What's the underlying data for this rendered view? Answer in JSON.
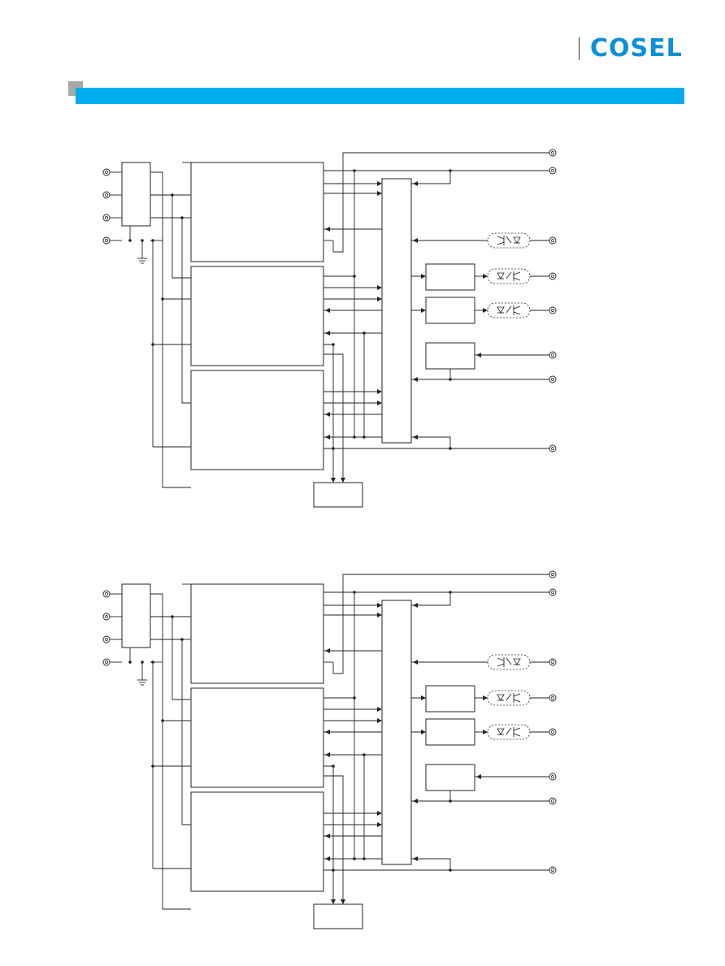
{
  "brand": {
    "logo_text": "COSEL",
    "accent_color": "#0d8fd9"
  },
  "header": {
    "bar_color": "#00adef",
    "square_color": "#a8a8a8"
  },
  "diagrams": [
    {
      "name": "block-diagram-top",
      "input_terminals": 4,
      "output_terminals": 8,
      "modules": 3
    },
    {
      "name": "block-diagram-bottom",
      "input_terminals": 4,
      "output_terminals": 8,
      "modules": 3
    }
  ]
}
